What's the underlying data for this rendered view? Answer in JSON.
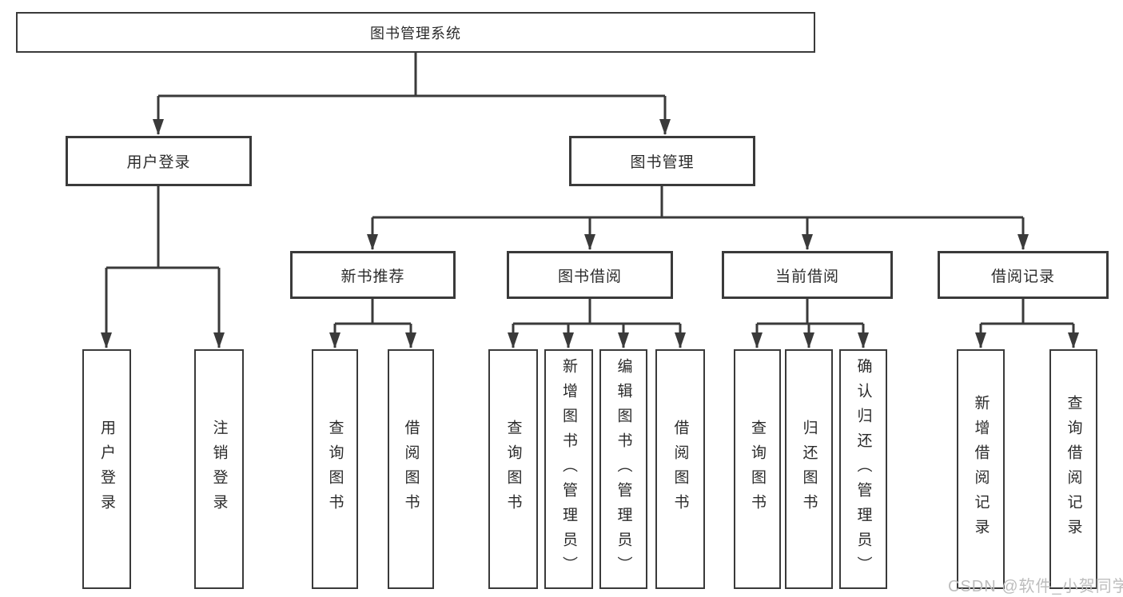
{
  "diagram": {
    "title": "图书管理系统",
    "watermark": "CSDN @软件_小贺同学",
    "colors": {
      "line": "#3a3a3a",
      "box_border": "#3a3a3a",
      "text": "#2b2b2b",
      "watermark": "#bdbdbd",
      "background": "#ffffff"
    },
    "tree": {
      "label": "图书管理系统",
      "children": [
        {
          "label": "用户登录",
          "children": [
            {
              "label": "用户登录"
            },
            {
              "label": "注销登录"
            }
          ]
        },
        {
          "label": "图书管理",
          "children": [
            {
              "label": "新书推荐",
              "children": [
                {
                  "label": "查询图书"
                },
                {
                  "label": "借阅图书"
                }
              ]
            },
            {
              "label": "图书借阅",
              "children": [
                {
                  "label": "查询图书"
                },
                {
                  "label": "新增图书（管理员）"
                },
                {
                  "label": "编辑图书（管理员）"
                },
                {
                  "label": "借阅图书"
                }
              ]
            },
            {
              "label": "当前借阅",
              "children": [
                {
                  "label": "查询图书"
                },
                {
                  "label": "归还图书"
                },
                {
                  "label": "确认归还（管理员）"
                }
              ]
            },
            {
              "label": "借阅记录",
              "children": [
                {
                  "label": "新增借阅记录"
                },
                {
                  "label": "查询借阅记录"
                }
              ]
            }
          ]
        }
      ]
    }
  }
}
